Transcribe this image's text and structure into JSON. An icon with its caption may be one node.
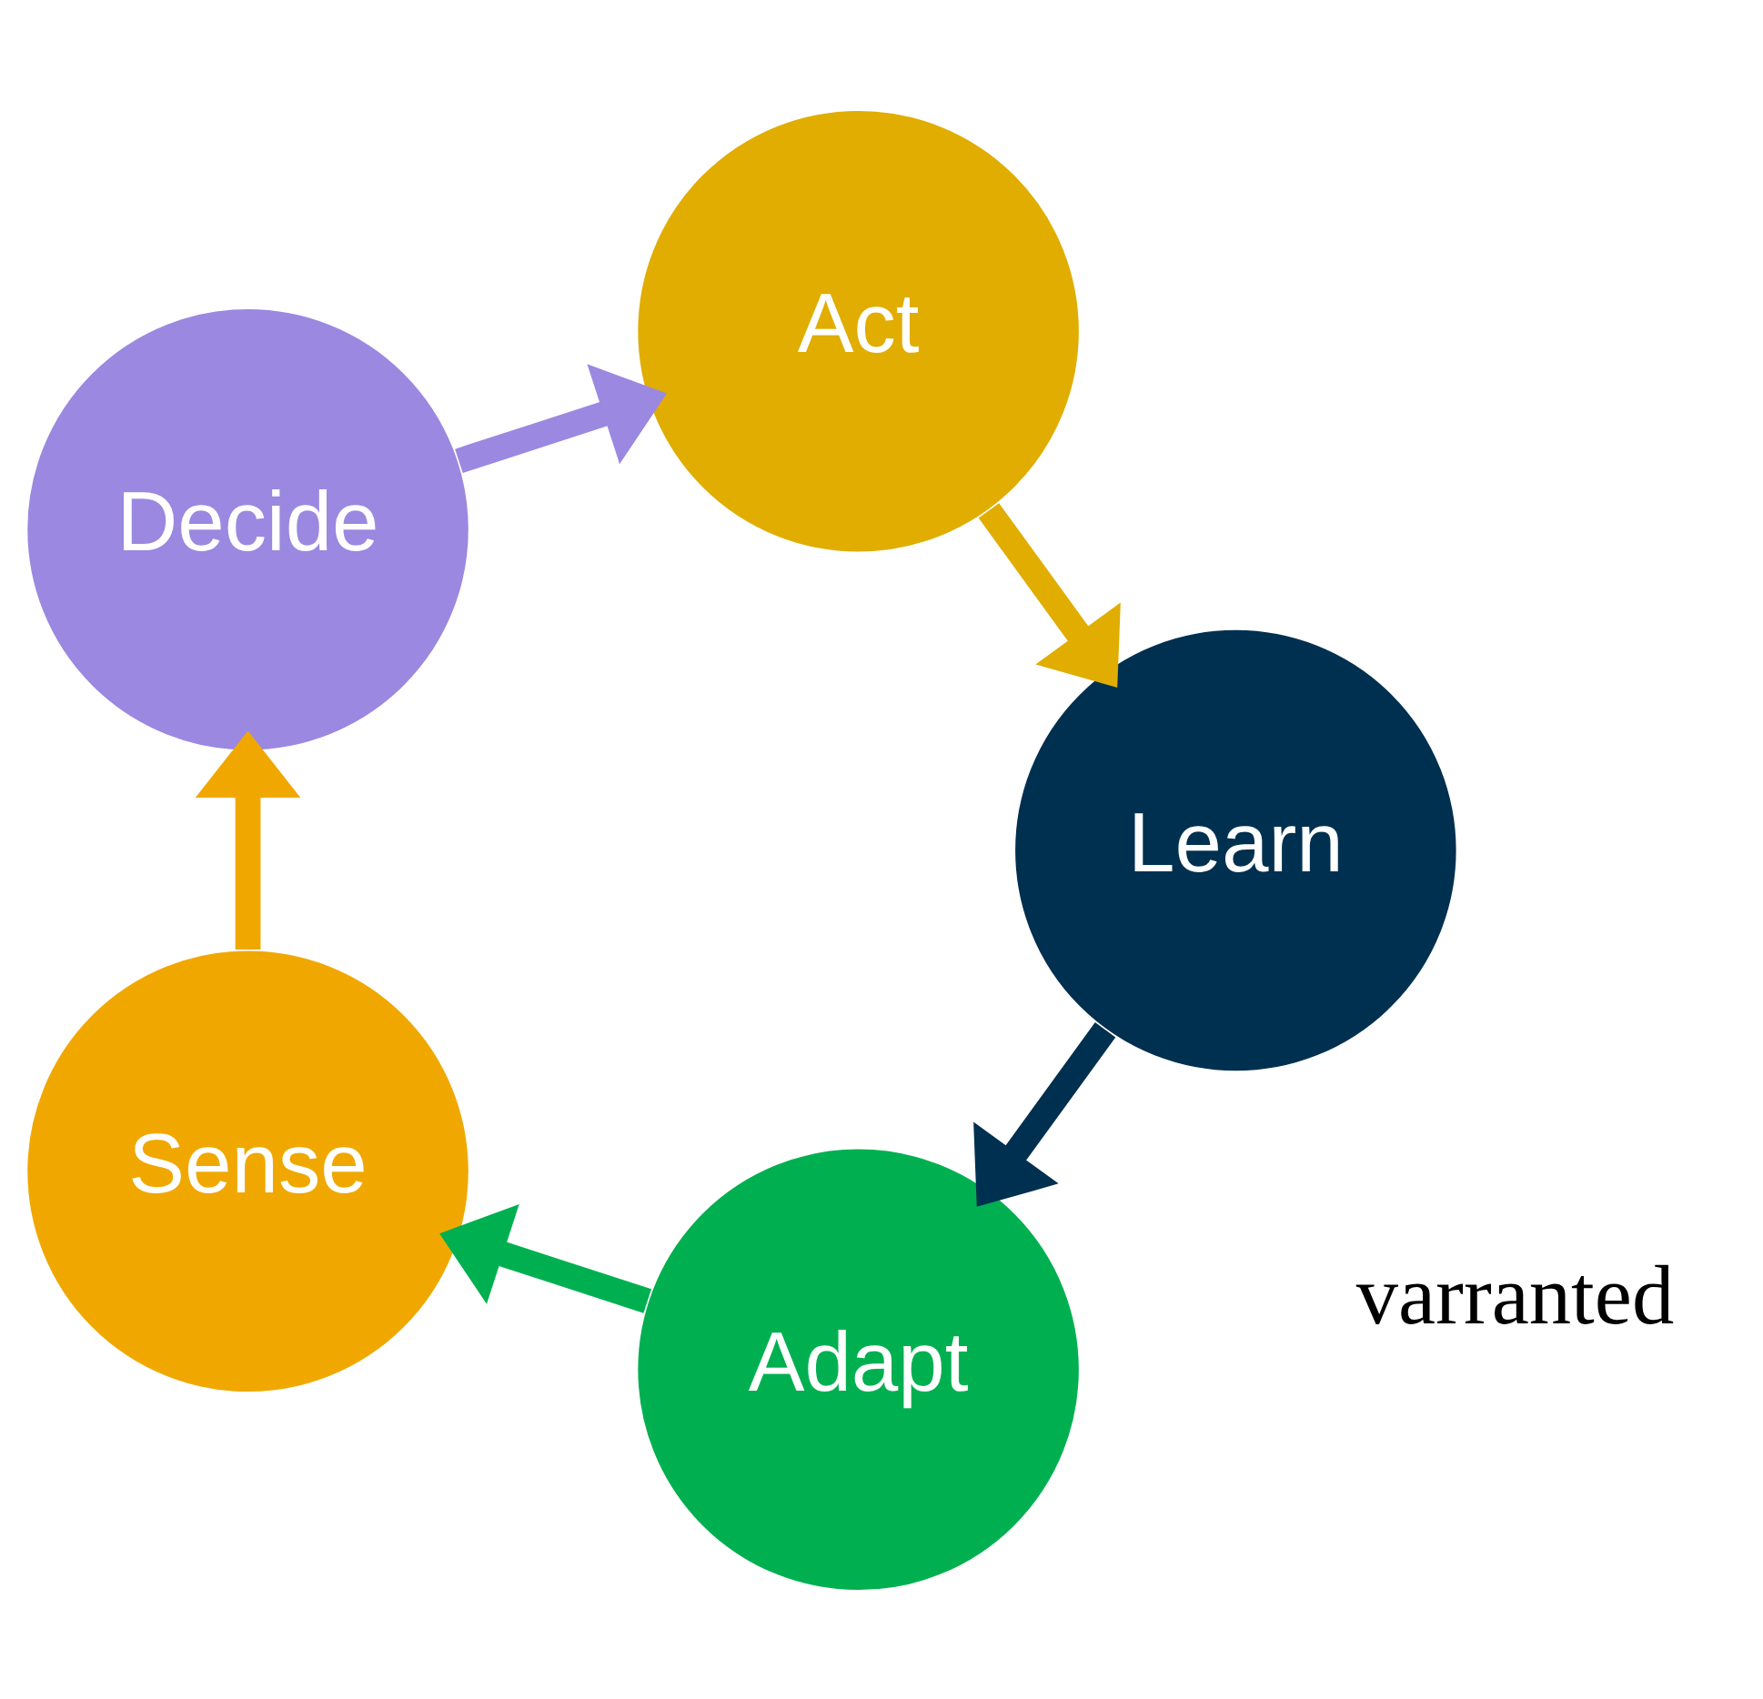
{
  "diagram": {
    "nodes": [
      {
        "text": [
          "Adapt"
        ]
      },
      {
        "text": [
          "Sense"
        ]
      },
      {
        "text": [
          "Decide"
        ]
      },
      {
        "text": [
          "Act"
        ]
      },
      {
        "text": [
          "Learn"
        ]
      }
    ],
    "edges": [
      {
        "from": 0,
        "to": 1,
        "arrow": "to",
        "color": "#00b050"
      },
      {
        "from": 1,
        "to": 2,
        "arrow": "to",
        "color": "#f0a800"
      },
      {
        "from": 2,
        "to": 3,
        "arrow": "to",
        "color": "#9b88e0"
      },
      {
        "from": 3,
        "to": 4,
        "arrow": "to",
        "color": "#e0ad00"
      },
      {
        "from": 4,
        "to": 0,
        "arrow": "to",
        "color": "#003050"
      }
    ],
    "labels": [
      "varranted"
    ]
  }
}
